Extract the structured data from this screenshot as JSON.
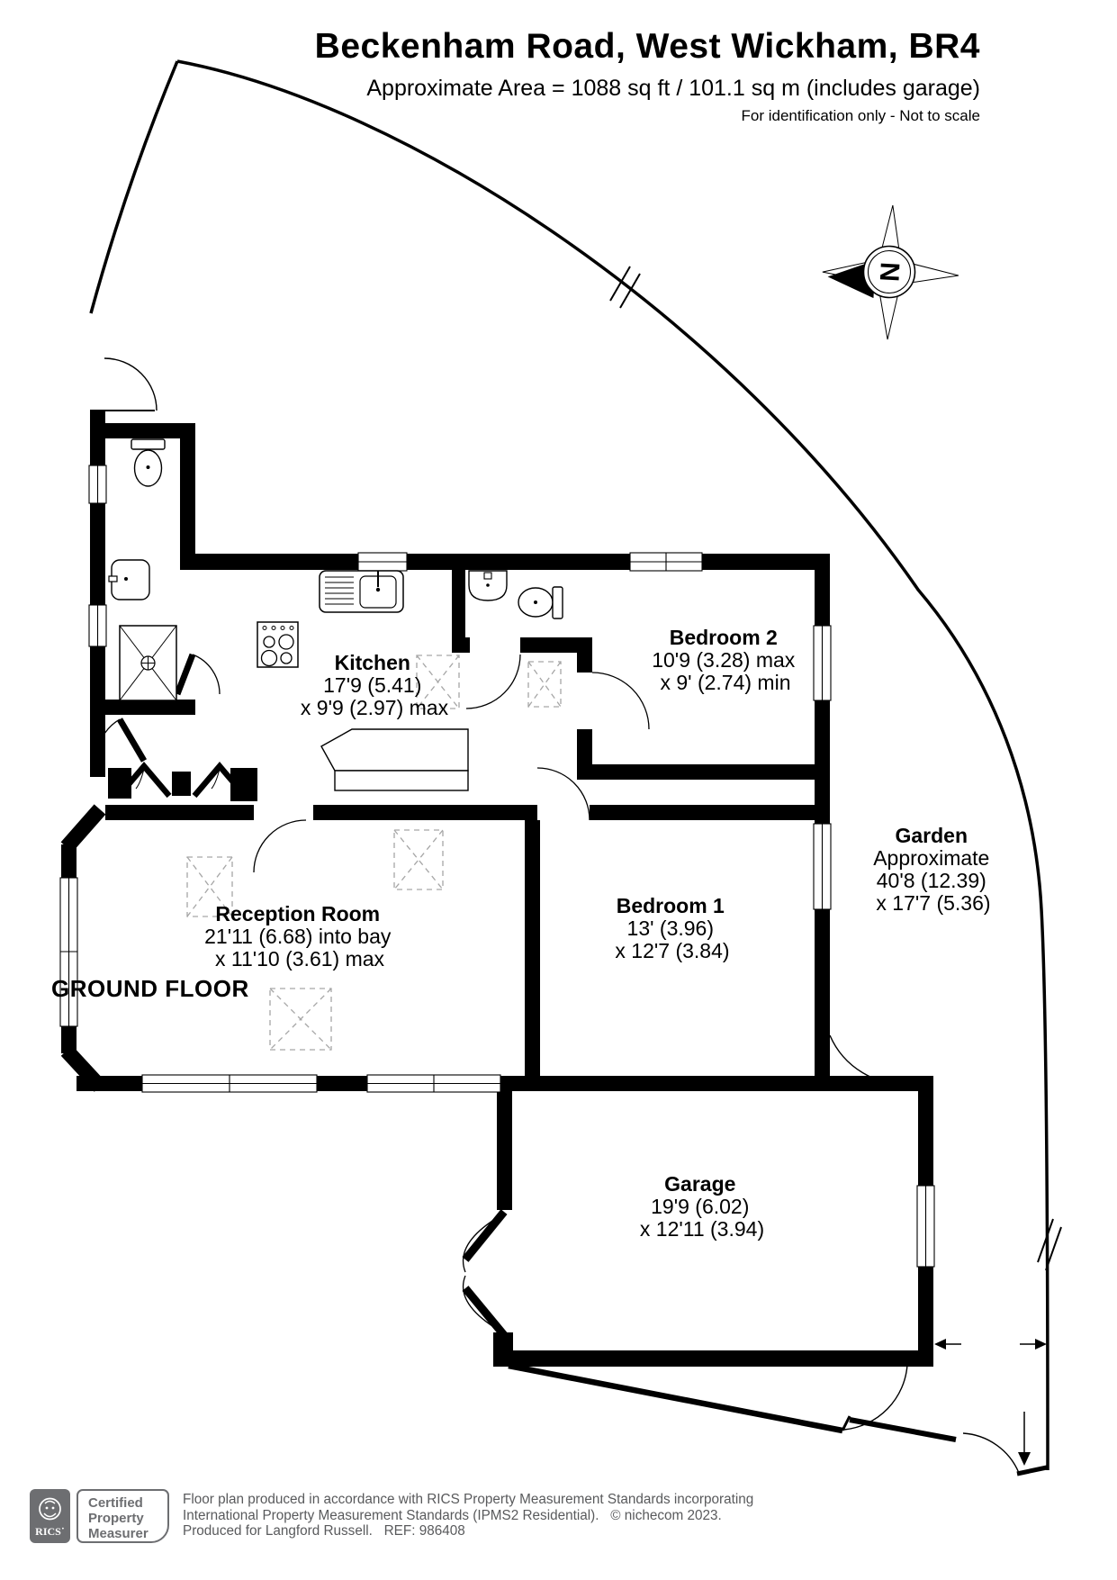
{
  "header": {
    "title": "Beckenham Road, West Wickham, BR4",
    "area_line": "Approximate Area = 1088 sq ft / 101.1 sq m (includes garage)",
    "disclaimer": "For identification only - Not to scale"
  },
  "compass": {
    "letter": "N"
  },
  "floor_label": "GROUND FLOOR",
  "rooms": [
    {
      "id": "kitchen",
      "name": "Kitchen",
      "dims": [
        "17'9 (5.41)",
        "x 9'9 (2.97) max"
      ]
    },
    {
      "id": "bedroom-2",
      "name": "Bedroom 2",
      "dims": [
        "10'9 (3.28) max",
        "x 9' (2.74) min"
      ]
    },
    {
      "id": "reception-room",
      "name": "Reception Room",
      "dims": [
        "21'11 (6.68) into bay",
        "x 11'10 (3.61) max"
      ]
    },
    {
      "id": "bedroom-1",
      "name": "Bedroom 1",
      "dims": [
        "13' (3.96)",
        "x 12'7 (3.84)"
      ]
    },
    {
      "id": "garden",
      "name": "Garden",
      "dims": [
        "Approximate",
        "40'8 (12.39)",
        "x 17'7 (5.36)"
      ]
    },
    {
      "id": "garage",
      "name": "Garage",
      "dims": [
        "19'9 (6.02)",
        "x 12'11 (3.94)"
      ]
    }
  ],
  "footer": {
    "rics_logo_text": "RICS",
    "badge_lines": [
      "Certified",
      "Property",
      "Measurer"
    ],
    "lines": [
      "Floor plan produced in accordance with RICS Property Measurement Standards incorporating",
      "International Property Measurement Standards (IPMS2 Residential).   © nichecom 2023.",
      "Produced for Langford Russell.   REF: 986408"
    ]
  },
  "colors": {
    "wall": "#000000",
    "footer_gray": "#6d6e71",
    "dashed_outline": "#a6a6a6"
  }
}
